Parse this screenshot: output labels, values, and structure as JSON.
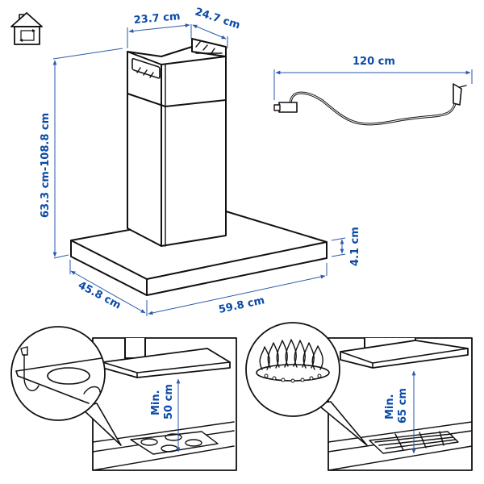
{
  "icon": {
    "name": "indoor-use-house-icon"
  },
  "product_dimensions": {
    "chimney_width": "23.7 cm",
    "chimney_depth": "24.7 cm",
    "height_range": "63.3 cm-108.8 cm",
    "canopy_thickness": "4.1 cm",
    "canopy_depth": "45.8 cm",
    "canopy_width": "59.8 cm"
  },
  "power_cord": {
    "length": "120 cm"
  },
  "installation": {
    "electric_hob": {
      "label_line1": "Min.",
      "label_line2": "50 cm"
    },
    "gas_hob": {
      "label_line1": "Min.",
      "label_line2": "65 cm"
    }
  },
  "colors": {
    "dimension": "#0a4aa6",
    "line": "#111111",
    "background": "#ffffff"
  }
}
